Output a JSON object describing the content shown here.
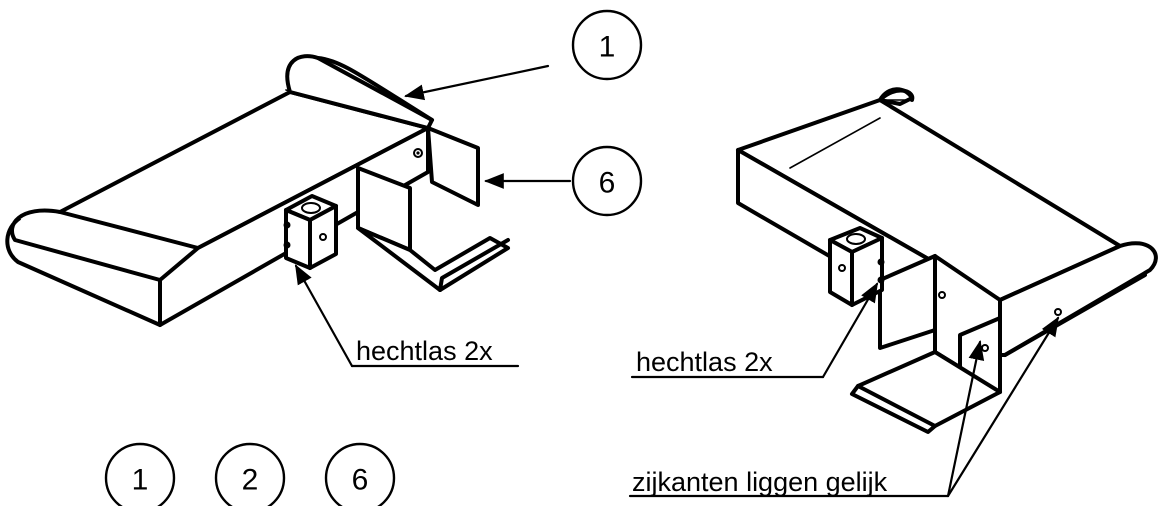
{
  "balloons": {
    "top_right_upper": "1",
    "top_right_lower": "6",
    "bottom_a": "1",
    "bottom_b": "2",
    "bottom_c": "6"
  },
  "labels": {
    "weld_left": "hechtlas 2x",
    "weld_right": "hechtlas 2x",
    "sides_flush": "zijkanten liggen gelijk"
  }
}
